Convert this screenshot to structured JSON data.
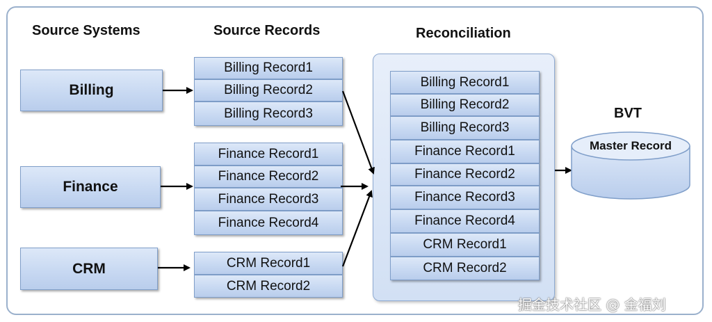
{
  "headings": {
    "source_systems": "Source Systems",
    "source_records": "Source Records",
    "reconciliation": "Reconciliation",
    "bvt": "BVT"
  },
  "systems": {
    "billing": "Billing",
    "finance": "Finance",
    "crm": "CRM"
  },
  "source_records": {
    "billing": [
      "Billing Record1",
      "Billing Record2",
      "Billing Record3"
    ],
    "finance": [
      "Finance Record1",
      "Finance Record2",
      "Finance Record3",
      "Finance Record4"
    ],
    "crm": [
      "CRM Record1",
      "CRM Record2"
    ]
  },
  "reconciliation_records": [
    "Billing Record1",
    "Billing Record2",
    "Billing Record3",
    "Finance Record1",
    "Finance Record2",
    "Finance Record3",
    "Finance Record4",
    "CRM Record1",
    "CRM Record2"
  ],
  "master_record": "Master Record",
  "watermark": "掘金技术社区 @ 金福刘",
  "colors": {
    "box_fill_top": "#dde8f8",
    "box_fill_bottom": "#b9cdec",
    "box_border": "#7f9ec9",
    "frame_border": "#9ab0cc",
    "arrow": "#000000"
  }
}
